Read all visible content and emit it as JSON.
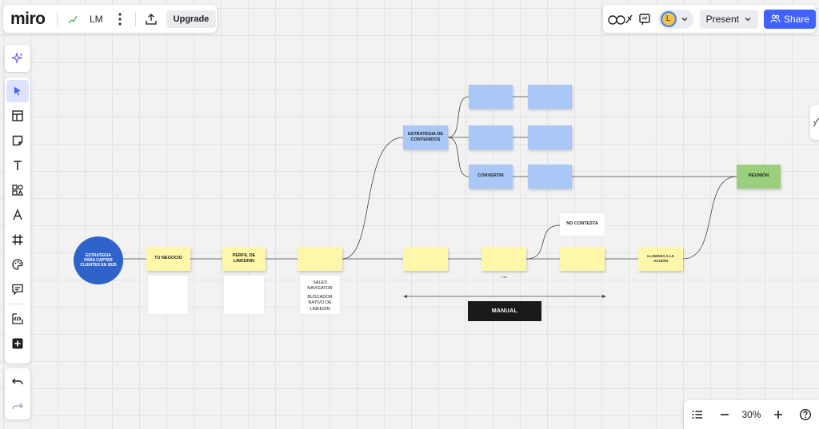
{
  "app": {
    "logo": "miro",
    "board_initials": "LM",
    "upgrade_label": "Upgrade"
  },
  "header_right": {
    "avatar_initial": "L",
    "present_label": "Present",
    "share_label": "Share"
  },
  "zoom": {
    "level": "30%"
  },
  "colors": {
    "accent": "#4262ff",
    "sticky_yellow": "#fef6a8",
    "sticky_blue": "#a9c7f7",
    "sticky_green": "#9ad07d",
    "circle_blue": "#2f63c9"
  },
  "toolbar": {
    "ai_icon": "sparkle-icon",
    "tools": [
      "select-icon",
      "template-icon",
      "sticky-note-icon",
      "text-icon",
      "shapes-icon",
      "pen-icon",
      "frame-icon",
      "palette-icon",
      "comment-icon",
      "embed-icon",
      "add-icon"
    ],
    "history": [
      "undo-icon",
      "redo-icon"
    ]
  },
  "board": {
    "circle_label": "ESTRATEGIA PARA CAPTAR CLIENTES EN 2025",
    "tu_negocio": "TU NEGOCIO",
    "perfil": "PERFIL DE LINKEDIN",
    "estrategia": "ESTRATEGIA DE CONTENIDOS",
    "convertir": "CONVERTIR",
    "reunion": "REUNIÓN",
    "no_contesta": "NO CONTESTA",
    "llamada": "LLAMADA A LA ACCIÓN",
    "sales_text": "SALES NAVIGATOR",
    "buscador_text": "BUSCADOR NATIVO DE LINKEDIN",
    "manual": "MANUAL",
    "tiny_label": "1 día"
  }
}
